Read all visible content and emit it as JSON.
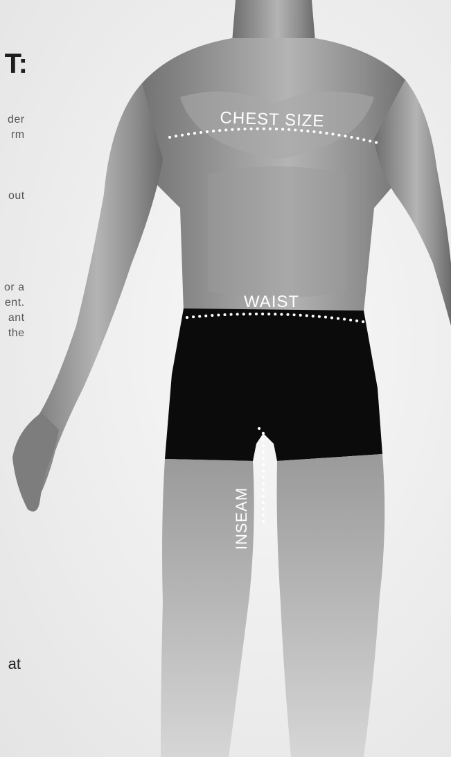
{
  "heading": "T:",
  "text_fragments": [
    [
      "der",
      "rm"
    ],
    [
      "out"
    ],
    [
      "or a",
      "ent.",
      "ant",
      "the"
    ]
  ],
  "footer_fragment": "at",
  "labels": {
    "chest": "CHEST SIZE",
    "waist": "WAIST",
    "inseam": "INSEAM"
  },
  "colors": {
    "body": "#8a8a8a",
    "shorts": "#0b0b0b",
    "dots": "#ffffff"
  }
}
